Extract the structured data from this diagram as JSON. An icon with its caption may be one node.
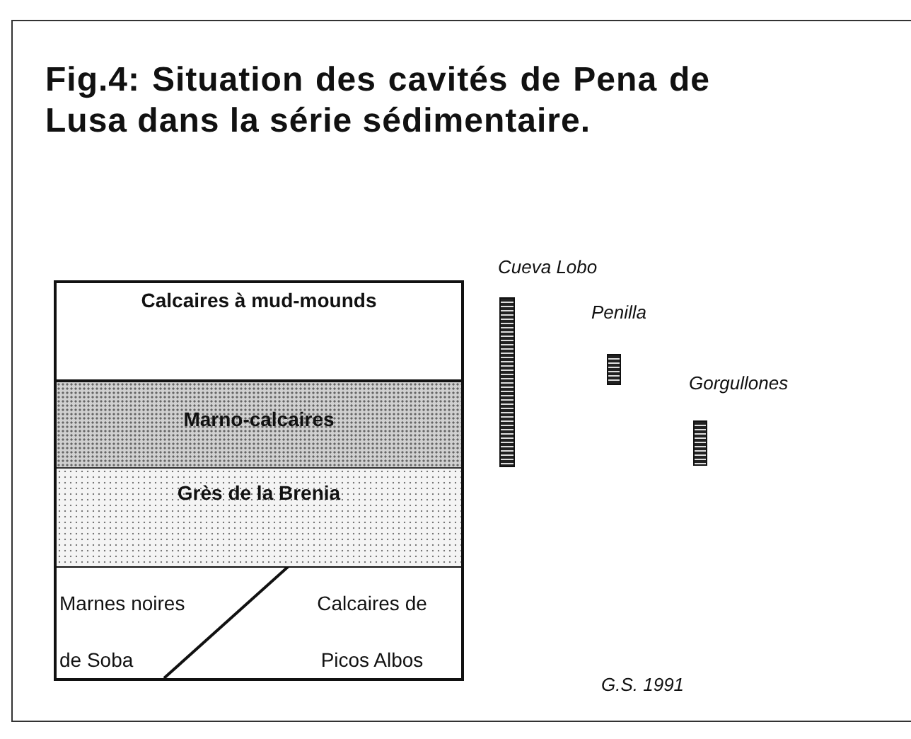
{
  "diagram": {
    "title": "Fig.4: Situation des cavités de Pena de Lusa dans la série sédimentaire.",
    "nodes": [
      {
        "text": [
          "Calcaires à mud-mounds"
        ]
      },
      {
        "text": [
          "Marno-calcaires"
        ]
      },
      {
        "text": [
          "Grès de la Brenia"
        ]
      },
      {
        "text": [
          "Marnes noires de Soba"
        ]
      },
      {
        "text": [
          "Calcaires de Picos Albos"
        ]
      }
    ],
    "labels": [
      "Cueva Lobo",
      "Penilla",
      "Gorgullones",
      "G.S. 1991"
    ]
  }
}
